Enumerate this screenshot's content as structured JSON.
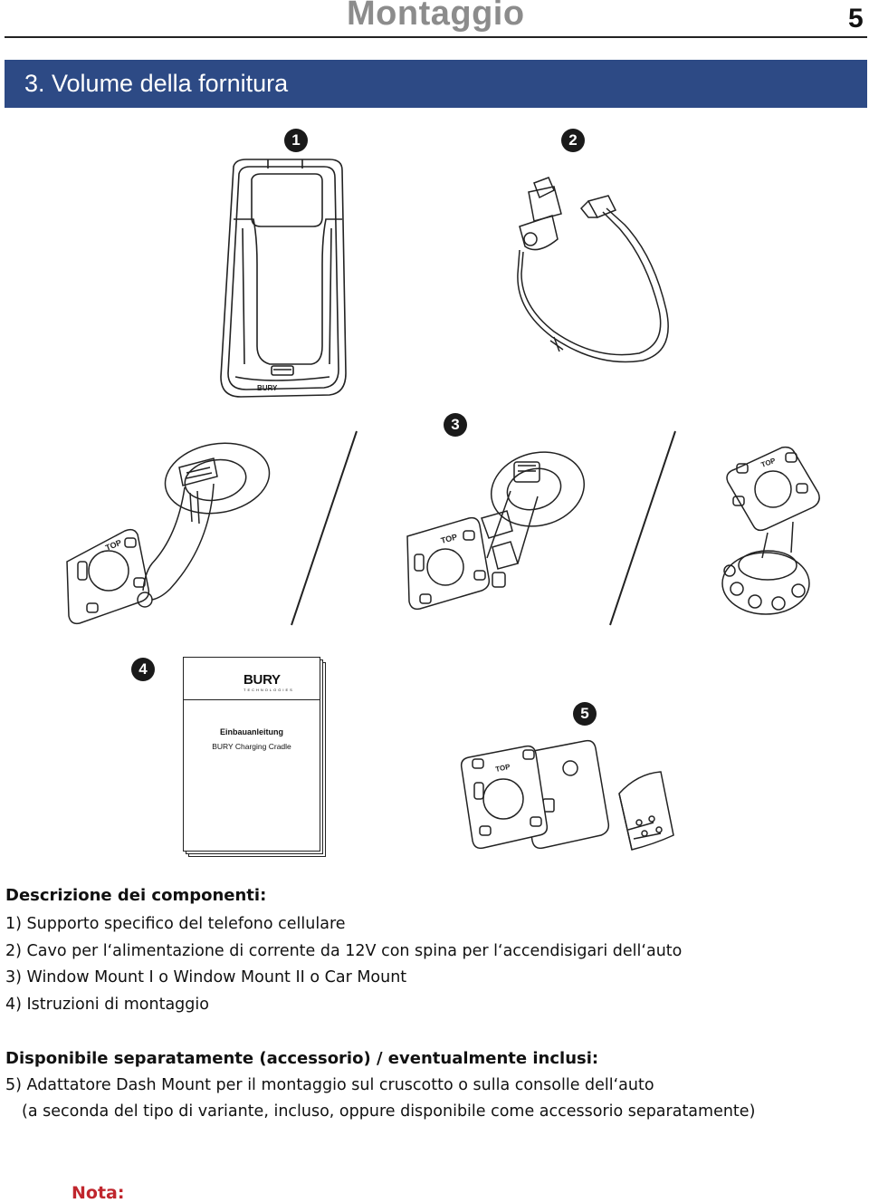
{
  "header": {
    "title": "Montaggio",
    "page_number": "5"
  },
  "section": {
    "title": "3. Volume della fornitura"
  },
  "callouts": [
    "1",
    "2",
    "3",
    "4",
    "5"
  ],
  "booklet": {
    "logo": "BURY",
    "logo_sub": "TECHNOLOGIES",
    "title": "Einbauanleitung",
    "subtitle": "BURY Charging Cradle"
  },
  "cradle_brand": "BURY",
  "plate_label": "TOP",
  "description": {
    "title": "Descrizione dei componenti:",
    "items": [
      "1) Supporto specifico del telefono cellulare",
      "2) Cavo per l‘alimentazione di corrente da 12V con spina per l‘accendisigari dell‘auto",
      "3) Window Mount I o Window Mount II o Car Mount",
      "4) Istruzioni di montaggio"
    ]
  },
  "available": {
    "title": "Disponibile separatamente (accessorio) / eventualmente inclusi:",
    "items": [
      "5) Adattatore Dash Mount per il montaggio sul cruscotto o sulla consolle dell‘auto",
      "(a seconda del tipo di variante, incluso, oppure disponibile come accessorio separatamente)"
    ]
  },
  "note": {
    "label": "Nota:"
  },
  "colors": {
    "banner": "#2d4a85",
    "header_title": "#8c8c8c",
    "note": "#c0262d"
  }
}
